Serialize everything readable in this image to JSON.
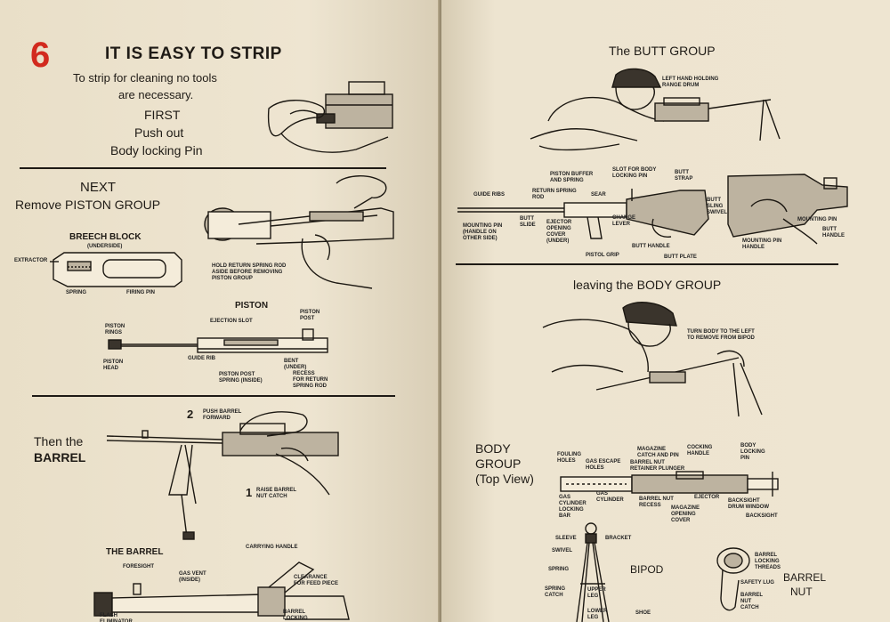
{
  "left": {
    "section_number": "6",
    "title": "IT IS EASY TO STRIP",
    "intro_line1": "To strip for cleaning no tools",
    "intro_line2": "are necessary.",
    "first": "FIRST",
    "push_out": "Push out",
    "body_locking_pin": "Body locking Pin",
    "next": "NEXT",
    "remove_piston_group": "Remove PISTON GROUP",
    "breech_block": "BREECH BLOCK",
    "underside": "(UNDERSIDE)",
    "extractor": "EXTRACTOR",
    "spring": "SPRING",
    "firing_pin": "FIRING PIN",
    "hold_return": "HOLD RETURN SPRING ROD\nASIDE BEFORE REMOVING\nPISTON GROUP",
    "piston": "PISTON",
    "piston_post": "PISTON\nPOST",
    "ejection_slot": "EJECTION SLOT",
    "piston_rings": "PISTON\nRINGS",
    "piston_head": "PISTON\nHEAD",
    "guide_rib": "GUIDE RIB",
    "bent_under": "BENT\n(UNDER)",
    "piston_post_spring": "PISTON POST\nSPRING (INSIDE)",
    "recess_return": "RECESS\nFOR RETURN\nSPRING ROD",
    "then_the": "Then the",
    "barrel": "BARREL",
    "step2": "2",
    "push_barrel_forward": "PUSH BARREL\nFORWARD",
    "step1": "1",
    "raise_barrel_nut_catch": "RAISE BARREL\nNUT CATCH",
    "the_barrel": "THE BARREL",
    "foresight": "FORESIGHT",
    "gas_vent": "GAS VENT\n(INSIDE)",
    "carrying_handle": "CARRYING HANDLE",
    "clearance": "CLEARANCE\nFOR FEED PIECE",
    "flash_eliminator": "FLASH\nELIMINATOR",
    "barrel_locking_threads": "BARREL\nLOCKING\nTHREADS"
  },
  "right": {
    "butt_group": "The BUTT GROUP",
    "left_hand_holding": "LEFT HAND HOLDING\nRANGE DRUM",
    "piston_buffer": "PISTON BUFFER\nAND SPRING",
    "slot_body_locking": "SLOT FOR BODY\nLOCKING PIN",
    "butt_strap": "BUTT\nSTRAP",
    "guide_ribs": "GUIDE RIBS",
    "return_spring_rod": "RETURN SPRING\nROD",
    "sear": "SEAR",
    "butt_sling_swivel": "BUTT\nSLING\nSWIVEL",
    "mounting_pin_handle": "MOUNTING PIN\n(HANDLE ON\nOTHER SIDE)",
    "butt_slide": "BUTT\nSLIDE",
    "ejector_cover": "EJECTOR\nOPENING\nCOVER\n(UNDER)",
    "change_lever": "CHANGE\nLEVER",
    "pistol_grip": "PISTOL GRIP",
    "butt_handle": "BUTT HANDLE",
    "butt_plate": "BUTT PLATE",
    "mounting_pin": "MOUNTING PIN",
    "butt_handle2": "BUTT\nHANDLE",
    "mounting_pin_handle2": "MOUNTING PIN\nHANDLE",
    "leaving_body": "leaving the BODY GROUP",
    "turn_body": "TURN BODY TO THE LEFT\nTO REMOVE FROM BIPOD",
    "body_group_title1": "BODY",
    "body_group_title2": "GROUP",
    "body_group_title3": "(Top View)",
    "fouling_holes": "FOULING\nHOLES",
    "gas_escape_holes": "GAS ESCAPE\nHOLES",
    "magazine_catch": "MAGAZINE\nCATCH AND PIN",
    "barrel_nut_retainer": "BARREL NUT\nRETAINER PLUNGER",
    "cocking_handle": "COCKING\nHANDLE",
    "body_locking_pin2": "BODY\nLOCKING\nPIN",
    "gas_cylinder_locking_bar": "GAS\nCYLINDER\nLOCKING\nBAR",
    "gas_cylinder": "GAS\nCYLINDER",
    "barrel_nut_recess": "BARREL NUT\nRECESS",
    "ejector": "EJECTOR",
    "magazine_opening_cover": "MAGAZINE\nOPENING\nCOVER",
    "backsight_drum_window": "BACKSIGHT\nDRUM WINDOW",
    "backsight": "BACKSIGHT",
    "sleeve": "SLEEVE",
    "bracket": "BRACKET",
    "swivel": "SWIVEL",
    "spring2": "SPRING",
    "bipod": "BIPOD",
    "spring_catch": "SPRING\nCATCH",
    "upper_leg": "UPPER\nLEG",
    "lower_leg": "LOWER\nLEG",
    "shoe": "SHOE",
    "barrel_locking_threads2": "BARREL\nLOCKING\nTHREADS",
    "safety_lug": "SAFETY LUG",
    "barrel_nut_catch": "BARREL\nNUT\nCATCH",
    "barrel_nut_title1": "BARREL",
    "barrel_nut_title2": "NUT"
  },
  "colors": {
    "paper": "#ece3cf",
    "ink": "#1f1b16",
    "accent_red": "#d22a1e"
  }
}
